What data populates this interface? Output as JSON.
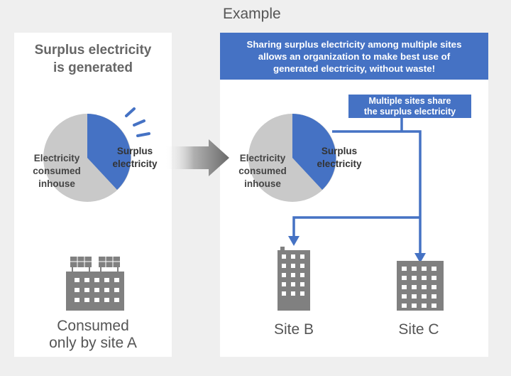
{
  "example_title": "Example",
  "left_heading": [
    "Surplus electricity",
    "is generated"
  ],
  "banner_lines": [
    "Sharing surplus electricity among multiple sites",
    "allows an organization to make best use of",
    "generated electricity, without waste!"
  ],
  "callout_lines": [
    "Multiple sites share",
    "the surplus electricity"
  ],
  "pie_labels": {
    "consumed": [
      "Electricity",
      "consumed",
      "inhouse"
    ],
    "surplus": [
      "Surplus",
      "electricity"
    ]
  },
  "captions": {
    "site_a": [
      "Consumed",
      "only by site A"
    ],
    "site_b": "Site B",
    "site_c": "Site C"
  },
  "colors": {
    "accent_blue": "#4572c4",
    "pie_gray": "#c9c9c9",
    "building_gray": "#808080"
  },
  "icons": {
    "arrow": "right-arrow-icon",
    "building_solar": "solar-building-icon",
    "building": "building-icon"
  }
}
